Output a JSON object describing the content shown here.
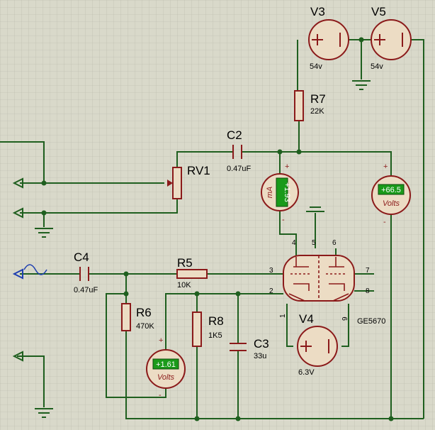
{
  "components": {
    "V3": {
      "name": "V3",
      "value": "54v"
    },
    "V5": {
      "name": "V5",
      "value": "54v"
    },
    "V4": {
      "name": "V4",
      "value": "6.3V"
    },
    "R7": {
      "name": "R7",
      "value": "22K"
    },
    "R5": {
      "name": "R5",
      "value": "10K"
    },
    "R6": {
      "name": "R6",
      "value": "470K"
    },
    "R8": {
      "name": "R8",
      "value": "1K5"
    },
    "C2": {
      "name": "C2",
      "value": "0.47uF"
    },
    "C4": {
      "name": "C4",
      "value": "0.47uF"
    },
    "C3": {
      "name": "C3",
      "value": "33u"
    },
    "RV1": {
      "name": "RV1"
    },
    "tube": {
      "name": "GE5670",
      "pins": [
        "1",
        "2",
        "3",
        "4",
        "5",
        "6",
        "7",
        "8",
        "9"
      ]
    }
  },
  "meters": {
    "ma": {
      "reading": "+1.93",
      "unit": "mA"
    },
    "volts_plate": {
      "reading": "+66.5",
      "unit": "Volts"
    },
    "volts_cathode": {
      "reading": "+1.61",
      "unit": "Volts"
    }
  },
  "colors": {
    "wire": "#1f5f1f",
    "component": "#8b1a1a",
    "component_fill": "#ecdcc4",
    "meter_display": "#1a9a1a",
    "grid": "#b4b4a4"
  }
}
